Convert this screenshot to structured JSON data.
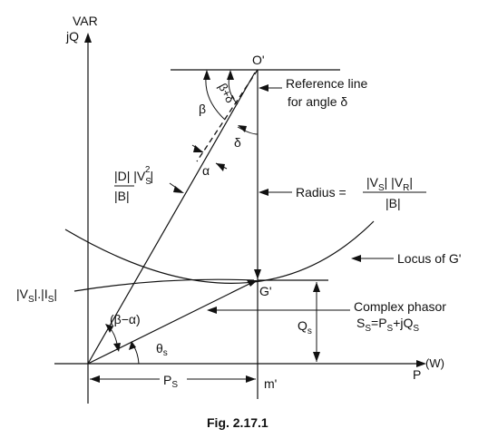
{
  "axes": {
    "y_top": "VAR",
    "y_bottom": "jQ",
    "x_label": "P",
    "x_unit": "(W)"
  },
  "points": {
    "o_prime": "O'",
    "g_prime": "G'",
    "m_prime": "m'"
  },
  "labels": {
    "reference_line_1": "Reference line",
    "reference_line_2": "for angle δ",
    "beta": "β",
    "beta_plus_delta": "β+δ",
    "delta": "δ",
    "alpha": "α",
    "radius": "Radius =",
    "locus": "Locus of G'",
    "complex_phasor": "Complex phasor",
    "beta_minus_alpha": "(β−α)",
    "theta": "θ",
    "theta_sub": "s",
    "qs": "Q",
    "qs_sub": "s",
    "ps": "P",
    "ps_sub": "S"
  },
  "formulas": {
    "dvs_num": "|D| |V",
    "dvs_sub": "S",
    "dvs_sup": "2",
    "dvs_tail": "|",
    "dvs_den": "|B|",
    "radius_num_1": "|V",
    "radius_num_sub1": "S",
    "radius_num_2": "| |V",
    "radius_num_sub2": "R",
    "radius_num_3": "|",
    "radius_den": "|B|",
    "vsis_1": "|V",
    "vsis_sub1": "S",
    "vsis_2": "|.|I",
    "vsis_sub2": "S",
    "vsis_3": "|",
    "ss_1": "S",
    "ss_sub1": "S",
    "ss_2": "=P",
    "ss_sub2": "S",
    "ss_3": "+jQ",
    "ss_sub3": "S"
  },
  "caption": "Fig. 2.17.1"
}
